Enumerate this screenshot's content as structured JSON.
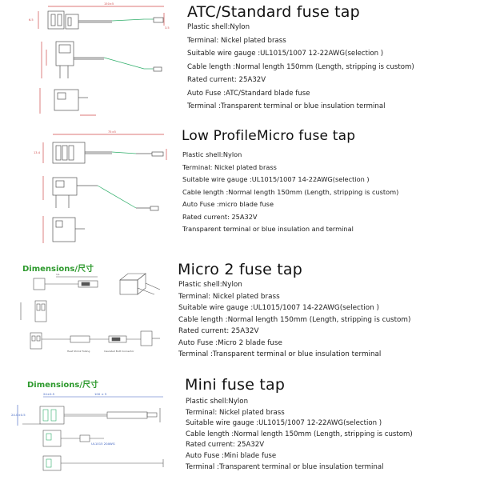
{
  "sections": [
    {
      "title": "ATC/Standard fuse tap",
      "specs": [
        "Plastic shell:Nylon",
        "Terminal: Nickel plated brass",
        "Suitable wire gauge :UL1015/1007 12-22AWG(selection )",
        "Cable length :Normal length 150mm (Length, stripping is custom)",
        "Rated current: 25A32V",
        "Auto Fuse :ATC/Standard blade fuse",
        "Terminal :Transparent terminal or blue insulation terminal"
      ]
    },
    {
      "title": "Low ProfileMicro fuse tap",
      "specs": [
        "Plastic shell:Nylon",
        "Terminal: Nickel plated brass",
        "Suitable wire gauge :UL1015/1007 14-22AWG(selection )",
        "Cable length :Normal length 150mm (Length, stripping is custom)",
        "Auto Fuse :micro blade fuse",
        "Rated current: 25A32V",
        "Transparent terminal or blue insulation and terminal"
      ]
    },
    {
      "title": "Micro 2 fuse tap",
      "dimensions_label": "Dimensions/尺寸",
      "specs": [
        "Plastic shell:Nylon",
        "Terminal: Nickel plated brass",
        "Suitable wire gauge :UL1015/1007 14-22AWG(selection )",
        "Cable length :Normal length 150mm (Length, stripping is custom)",
        "Rated current: 25A32V",
        "Auto Fuse :Micro 2 blade fuse",
        "Terminal :Transparent terminal or blue insulation terminal"
      ]
    },
    {
      "title": "Mini fuse tap",
      "dimensions_label": "Dimensions/尺寸",
      "specs": [
        "Plastic shell:Nylon",
        "Terminal: Nickel plated brass",
        "Suitable wire gauge :UL1015/1007 12-22AWG(selection )",
        "Cable length :Normal length 150mm (Length, stripping is custom)",
        "Rated current: 25A32V",
        "Auto Fuse :Mini blade fuse",
        "Terminal :Transparent terminal or blue insulation terminal"
      ]
    }
  ],
  "colors": {
    "drawing_line": "#555555",
    "dimension_red": "#d04a4a",
    "dimension_blue": "#3a5fbf",
    "wire_green": "#2fae6a",
    "dimensions_label_green": "#2e9a2e"
  }
}
